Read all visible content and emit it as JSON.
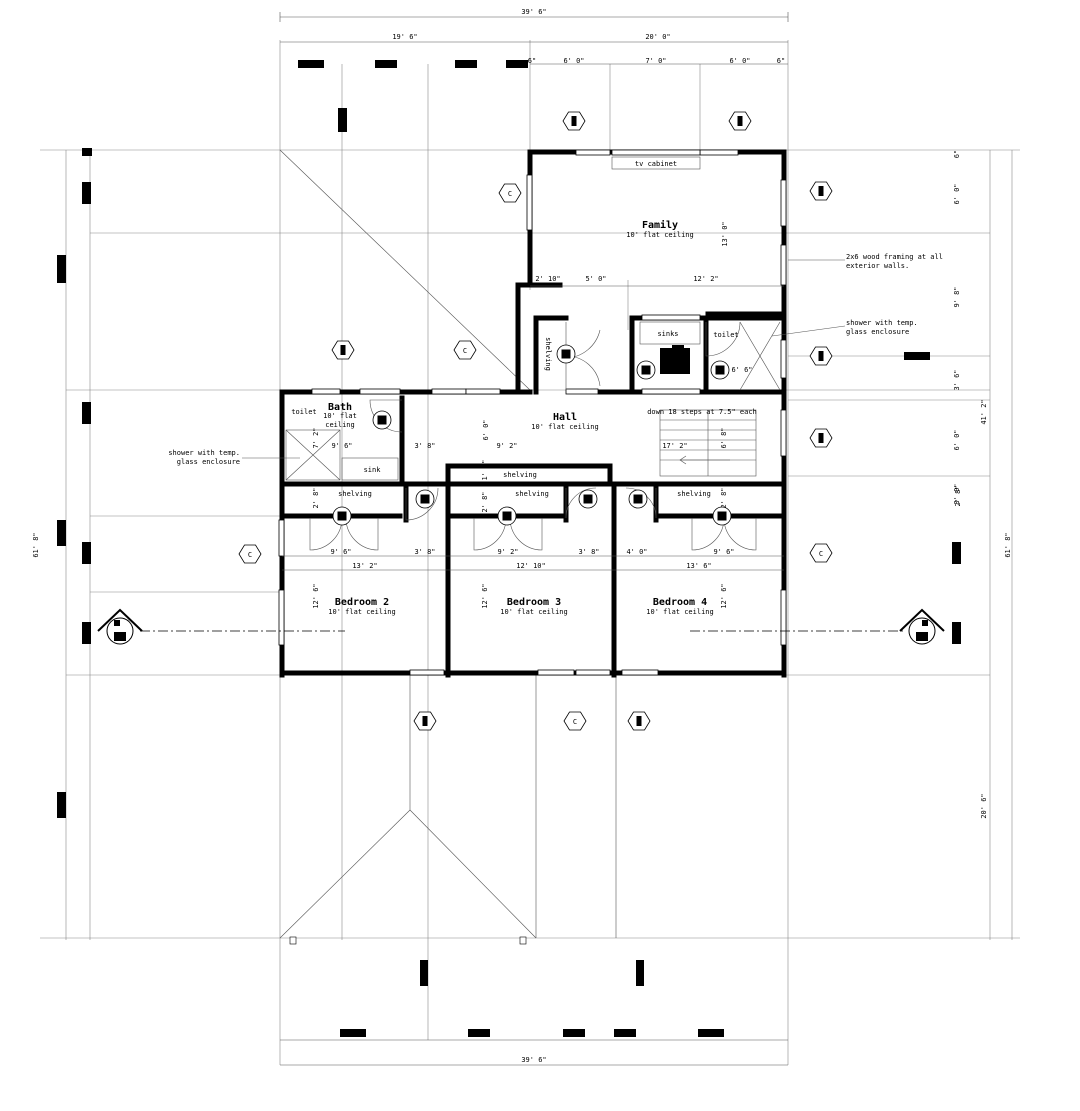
{
  "dimensions": {
    "top_overall": "39' 6\"",
    "top_left": "19' 6\"",
    "top_right": "20' 0\"",
    "top_s1": "6' 0\"",
    "top_s2": "7' 0\"",
    "top_s3": "6' 0\"",
    "top_small_left": "6\"",
    "top_small_right": "6\"",
    "bottom_overall": "39' 6\"",
    "left_overall": "61' 8\"",
    "right_overall": "61' 8\"",
    "right_41": "41' 2\"",
    "right_20": "20' 6\"",
    "right_r1": "6\"",
    "right_r2": "6' 0\"",
    "right_r3": "9' 8\"",
    "right_r4": "3' 6\"",
    "right_r5": "6' 0\"",
    "right_r6": "3' 0\"",
    "family_w1": "2' 10\"",
    "family_w2": "5' 0\"",
    "family_w3": "12' 2\"",
    "family_h": "13' 0\"",
    "bath_h": "7' 2\"",
    "bath_w": "9' 6\"",
    "hall_w1": "3' 8\"",
    "hall_w2": "9' 2\"",
    "hall_h": "6' 0\"",
    "stair_w": "17' 2\"",
    "stair_h": "6' 8\"",
    "toilet_w": "6' 6\"",
    "closet_a": "2' 8\"",
    "closet_b": "2' 8\"",
    "closet_c": "1' 2\"",
    "closet_d": "2' 8\"",
    "closet_e": "2' 8\"",
    "bed_r1a": "9' 6\"",
    "bed_r1b": "3' 8\"",
    "bed_r1c": "9' 2\"",
    "bed_r1d": "3' 8\"",
    "bed_r1e": "4' 0\"",
    "bed_r1f": "9' 6\"",
    "bed2_w": "13' 2\"",
    "bed3_w": "12' 10\"",
    "bed4_w": "13' 6\"",
    "bed2_h": "12' 6\"",
    "bed3_h": "12' 6\"",
    "bed4_h": "12' 6\""
  },
  "rooms": {
    "family": {
      "name": "Family",
      "ceiling": "10' flat ceiling"
    },
    "hall": {
      "name": "Hall",
      "ceiling": "10' flat ceiling"
    },
    "bath": {
      "name": "Bath",
      "ceiling1": "10' flat",
      "ceiling2": "ceiling"
    },
    "bedroom2": {
      "name": "Bedroom 2",
      "ceiling": "10' flat ceiling"
    },
    "bedroom3": {
      "name": "Bedroom 3",
      "ceiling": "10' flat ceiling"
    },
    "bedroom4": {
      "name": "Bedroom 4",
      "ceiling": "10' flat ceiling"
    }
  },
  "labels": {
    "tv_cabinet": "tv cabinet",
    "sinks": "sinks",
    "toilet_master": "toilet",
    "toilet_bath": "toilet",
    "sink_bath": "sink",
    "shelving_vertical": "shelving",
    "shelving_hall": "shelving",
    "shelving_b2": "shelving",
    "shelving_b3": "shelving",
    "shelving_b4": "shelving",
    "stairs": "down 18 steps at 7.5\" each"
  },
  "notes": {
    "framing_1": "2x6 wood framing at all",
    "framing_2": "exterior walls.",
    "shower_r1": "shower with temp.",
    "shower_r2": "glass enclosure",
    "shower_l1": "shower with temp.",
    "shower_l2": "glass enclosure"
  },
  "markers": {
    "c": "C"
  }
}
